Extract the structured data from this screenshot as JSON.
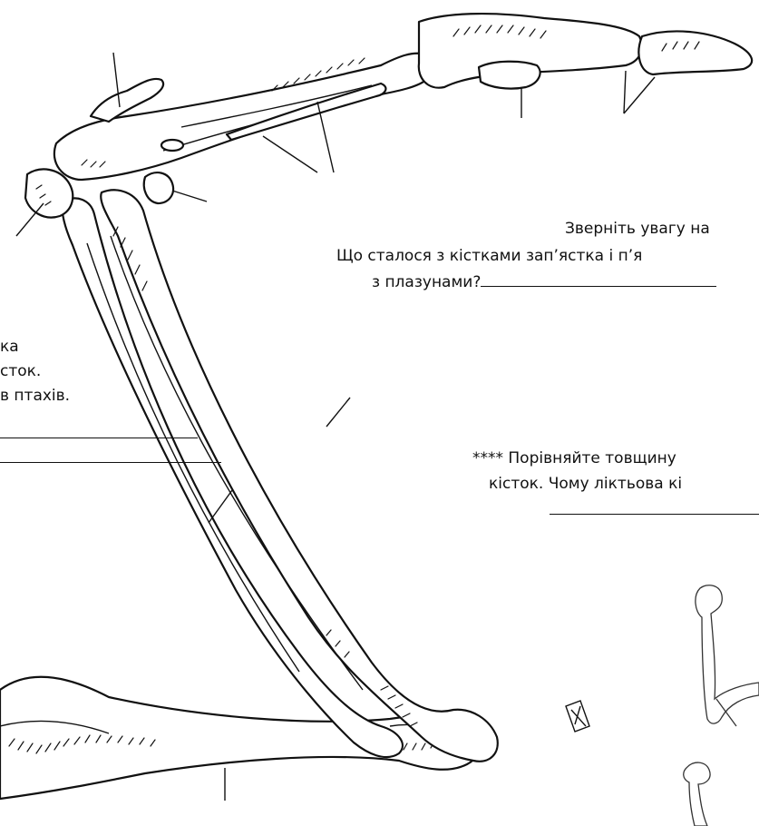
{
  "notes": {
    "right_top_line1": "Зверніть увагу на",
    "right_top_line2": "Що сталося з кістками зап’ястка і п’я",
    "right_top_line3": "з плазунами?",
    "left_line1": "ка",
    "left_line2": "сток.",
    "left_line3": "в птахів.",
    "right_mid_line1": "**** Порівняйте товщину",
    "right_mid_line2": "кісток. Чому ліктьова кі"
  },
  "icons": {
    "checkbox": "x-box-icon"
  }
}
